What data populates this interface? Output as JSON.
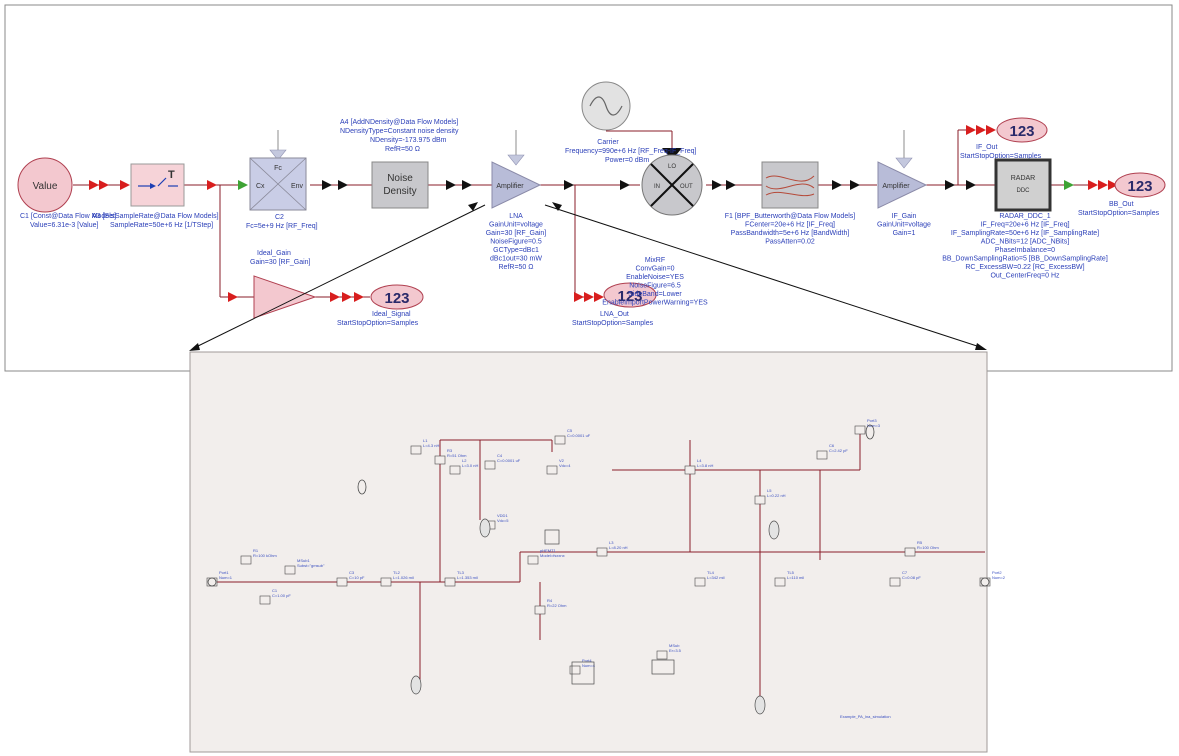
{
  "colors": {
    "wire": "#8a1d2a",
    "label": "#2b3fb8",
    "arrow_red": "#d81e1e",
    "arrow_black": "#111111",
    "arrow_green": "#3ea334",
    "sink": "#f2c8cf"
  },
  "top": {
    "value_block": {
      "text": "Value",
      "label1": "C1 [Const@Data Flow Models]",
      "label2": "Value=6.31e-3 [Value]"
    },
    "sample_block": {
      "label1": "A3 [SetSampleRate@Data Flow Models]",
      "label2": "SampleRate=50e+6 Hz [1/TStep]"
    },
    "c2_block": {
      "fc": "Fc",
      "cx": "Cx",
      "env": "Env",
      "label1": "C2",
      "label2": "Fc=5e+9 Hz [RF_Freq]"
    },
    "ideal_gain": {
      "label1": "Ideal_Gain",
      "label2": "Gain=30 [RF_Gain]"
    },
    "ideal_signal_sink": {
      "num": "123",
      "label1": "Ideal_Signal",
      "label2": "StartStopOption=Samples"
    },
    "noise_block": {
      "line1": "Noise",
      "line2": "Density",
      "label1": "A4 [AddNDensity@Data Flow Models]",
      "label2": "NDensityType=Constant noise density",
      "label3": "NDensity=-173.975 dBm",
      "label4": "RefR=50 Ω"
    },
    "lna": {
      "text": "Amplifier",
      "labels": [
        "LNA",
        "GainUnit=voltage",
        "Gain=30 [RF_Gain]",
        "NoiseFigure=0.5",
        "GCType=dBc1",
        "dBc1out=30 mW",
        "RefR=50 Ω"
      ]
    },
    "lna_out_sink": {
      "num": "123",
      "label1": "LNA_Out",
      "label2": "StartStopOption=Samples"
    },
    "carrier": {
      "label1": "Carrier",
      "label2": "Frequency=990e+6 Hz [RF_Freq-IF_Freq]",
      "label3": "Power=0 dBm"
    },
    "mixer": {
      "lo": "LO",
      "in": "IN",
      "out": "OUT",
      "labels": [
        "MixRF",
        "ConvGain=0",
        "EnableNoise=YES",
        "NoiseFigure=6.5",
        "SideBand=Lower",
        "EnableImportPowerWarning=YES"
      ]
    },
    "bpf": {
      "labels": [
        "F1 [BPF_Butterworth@Data Flow Models]",
        "FCenter=20e+6 Hz [IF_Freq]",
        "PassBandwidth=5e+6 Hz [BandWidth]",
        "PassAtten=0.02"
      ]
    },
    "if_gain": {
      "text": "Amplifier",
      "labels": [
        "IF_Gain",
        "GainUnit=voltage",
        "Gain=1"
      ]
    },
    "if_out_sink": {
      "num": "123",
      "label1": "IF_Out",
      "label2": "StartStopOption=Samples"
    },
    "radar": {
      "line1": "RADAR",
      "line2": "DDC",
      "labels": [
        "RADAR_DDC_1",
        "IF_Freq=20e+6 Hz [IF_Freq]",
        "IF_SamplingRate=50e+6 Hz [IF_SamplingRate]",
        "ADC_NBits=12 [ADC_NBits]",
        "PhaseImbalance=0",
        "BB_DownSamplingRatio=5 [BB_DownSamplingRate]",
        "RC_ExcessBW=0.22 [RC_ExcessBW]",
        "Out_CenterFreq=0 Hz"
      ]
    },
    "bb_out_sink": {
      "num": "123",
      "label1": "BB_Out",
      "label2": "StartStopOption=Samples"
    }
  },
  "bottom": {
    "caption": "Example_PA_lna_simulation",
    "components": [
      {
        "name": "Port1",
        "t1": "Port1",
        "t2": "Num=1"
      },
      {
        "name": "R1",
        "t1": "R1",
        "t2": "R=100 kOhm"
      },
      {
        "name": "C1",
        "t1": "C1",
        "t2": "C=1.00 pF"
      },
      {
        "name": "TL1",
        "t1": "MSub1",
        "t2": "Subst=\"gmsub\""
      },
      {
        "name": "C3",
        "t1": "C3",
        "t2": "C=10 pF"
      },
      {
        "name": "TL2",
        "t1": "TL2",
        "t2": "L=1.026 mil"
      },
      {
        "name": "TL3",
        "t1": "TL3",
        "t2": "L=1.353 mil"
      },
      {
        "name": "L1",
        "t1": "L1",
        "t2": "L=4.3 nH"
      },
      {
        "name": "L2",
        "t1": "L2",
        "t2": "L=3.0 nH"
      },
      {
        "name": "R3",
        "t1": "R3",
        "t2": "R=51 Ohm"
      },
      {
        "name": "C4",
        "t1": "C4",
        "t2": "C=0.0001 uF"
      },
      {
        "name": "C5",
        "t1": "C5",
        "t2": "C=0.0001 uF"
      },
      {
        "name": "V1",
        "t1": "VDD1",
        "t2": "Vdc=5"
      },
      {
        "name": "V2",
        "t1": "V2",
        "t2": "Vdc=4"
      },
      {
        "name": "Q1",
        "t1": "pHEMT1",
        "t2": "Model=fsxxnx"
      },
      {
        "name": "R4",
        "t1": "R4",
        "t2": "R=22 Ohm"
      },
      {
        "name": "L3",
        "t1": "L3",
        "t2": "L=8.20 nH"
      },
      {
        "name": "L4",
        "t1": "L4",
        "t2": "L=3.8 nH"
      },
      {
        "name": "L5",
        "t1": "L5",
        "t2": "L=0.22 nH"
      },
      {
        "name": "C6",
        "t1": "C6",
        "t2": "C=2.42 pF"
      },
      {
        "name": "TL4",
        "t1": "TL4",
        "t2": "L=342 mil"
      },
      {
        "name": "TL5",
        "t1": "TL5",
        "t2": "L=110 mil"
      },
      {
        "name": "C7",
        "t1": "C7",
        "t2": "C=0.08 pF"
      },
      {
        "name": "R5",
        "t1": "R5",
        "t2": "R=100 Ohm"
      },
      {
        "name": "Port2",
        "t1": "Port2",
        "t2": "Num=2"
      },
      {
        "name": "Port3",
        "t1": "Port3",
        "t2": "Num=3"
      },
      {
        "name": "MSUB",
        "t1": "MSub",
        "t2": "Er=3.5"
      },
      {
        "name": "Port4",
        "t1": "Port4",
        "t2": "Num=4"
      }
    ]
  }
}
